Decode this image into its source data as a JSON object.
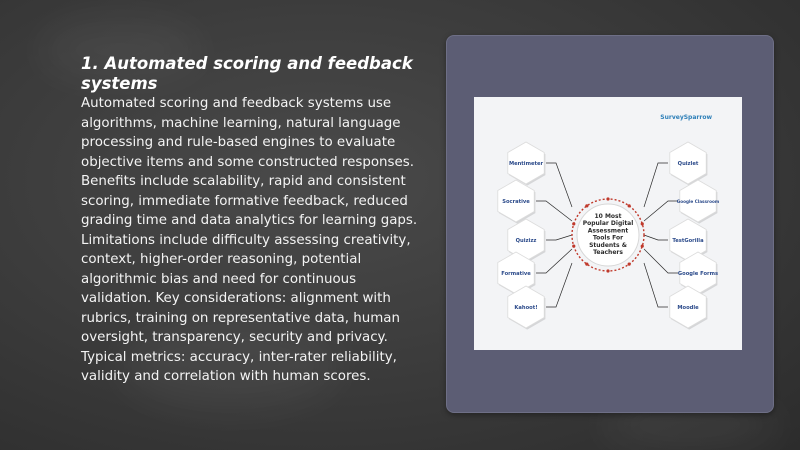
{
  "slide": {
    "title": "1. Automated scoring and feedback systems",
    "body": "Automated scoring and feedback systems use algorithms, machine learning, natural language processing and rule-based engines to evaluate objective items and some constructed responses. Benefits include scalability, rapid and consistent scoring, immediate formative feedback, reduced grading time and data analytics for learning gaps. Limitations include difficulty assessing creativity, context, higher-order reasoning, potential algorithmic bias and need for continuous validation. Key considerations: alignment with rubrics, training on representative data, human oversight, transparency, security and privacy. Typical metrics: accuracy, inter-rater reliability, validity and correlation with human scores."
  },
  "infographic": {
    "brand": "SurveySparrow",
    "center_lines": [
      "10 Most",
      "Popular Digital",
      "Assessment",
      "Tools For",
      "Students &",
      "Teachers"
    ],
    "tools_left": [
      "Mentimeter",
      "Socrative",
      "Quizizz",
      "Formative",
      "Kahoot!"
    ],
    "tools_right": [
      "Quizlet",
      "Google Classroom",
      "TestGorilla",
      "Google Forms",
      "Moodle"
    ],
    "colors": {
      "background": "#3a3a3a",
      "frame": "#5c5d74",
      "center_ring": "#c0392b",
      "dots": "#c0392b"
    }
  }
}
